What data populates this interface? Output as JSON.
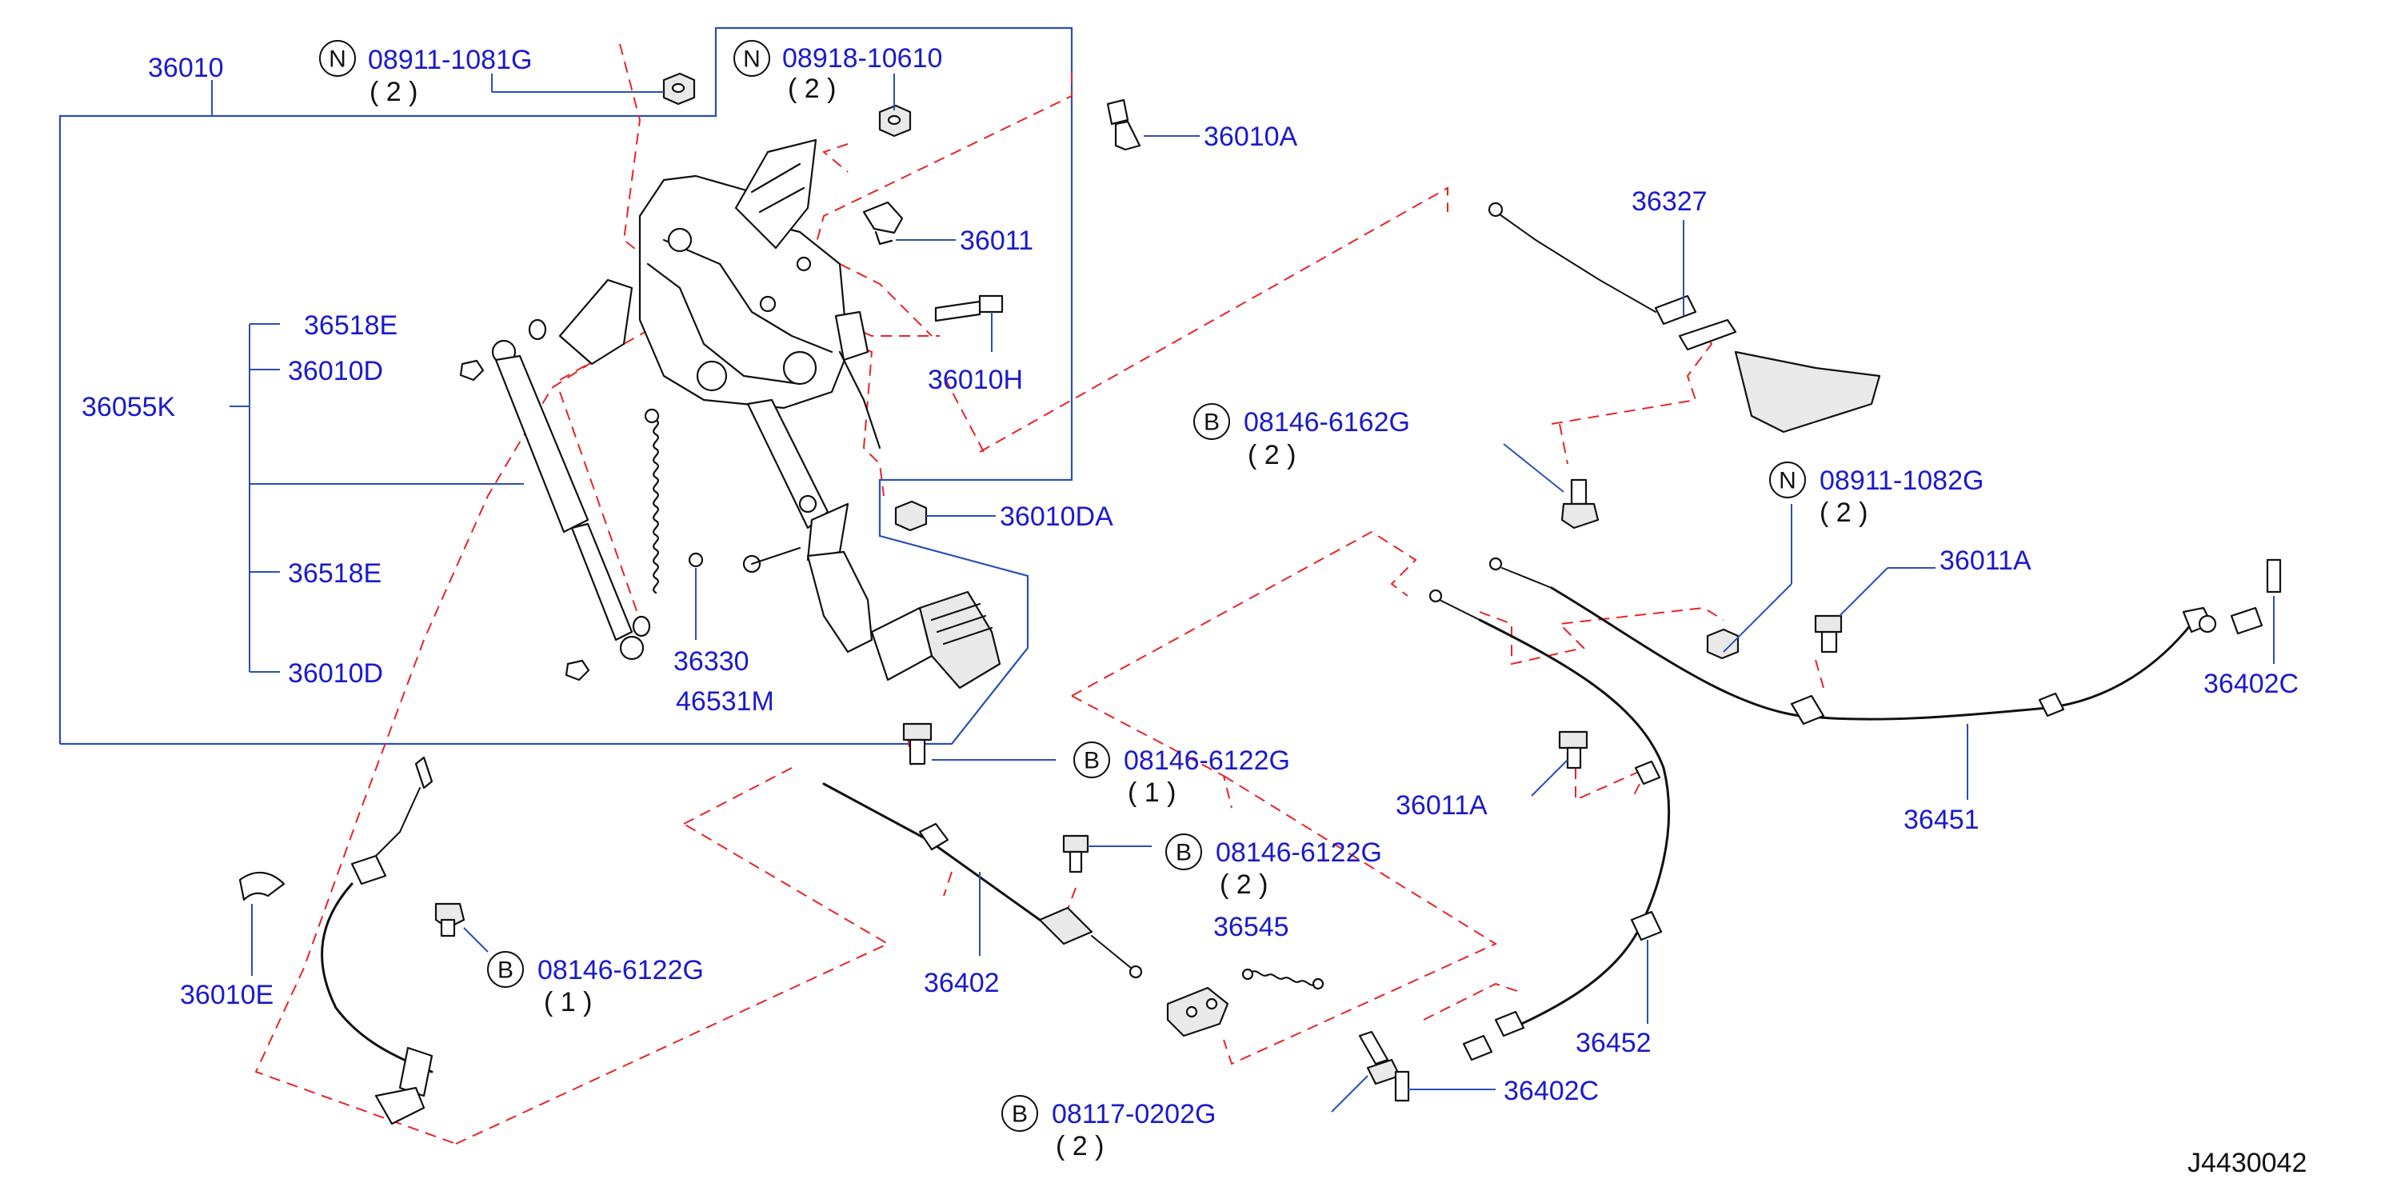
{
  "diagram_id": "J4430042",
  "labels": {
    "p36010": "36010",
    "p36010A": "36010A",
    "p36011": "36011",
    "p36010H": "36010H",
    "p36518E_top": "36518E",
    "p36010D_top": "36010D",
    "p36055K": "36055K",
    "p36518E_bottom": "36518E",
    "p36010D_bottom": "36010D",
    "p36330": "36330",
    "p46531M": "46531M",
    "p36010DA": "36010DA",
    "p36327": "36327",
    "p36011A_top": "36011A",
    "p36402C_right": "36402C",
    "p36451": "36451",
    "p36011A_mid": "36011A",
    "p36545": "36545",
    "p36402": "36402",
    "p36452": "36452",
    "p36402C_bottom": "36402C",
    "p36010E": "36010E"
  },
  "callouts": {
    "c1": {
      "letter": "N",
      "part": "08911-1081G",
      "qty": "( 2 )"
    },
    "c2": {
      "letter": "N",
      "part": "08918-10610",
      "qty": "( 2 )"
    },
    "c3": {
      "letter": "B",
      "part": "08146-6162G",
      "qty": "( 2 )"
    },
    "c4": {
      "letter": "N",
      "part": "08911-1082G",
      "qty": "( 2 )"
    },
    "c5": {
      "letter": "B",
      "part": "08146-6122G",
      "qty": "( 1 )"
    },
    "c6": {
      "letter": "B",
      "part": "08146-6122G",
      "qty": "( 2 )"
    },
    "c7": {
      "letter": "B",
      "part": "08146-6122G",
      "qty": "( 1 )"
    },
    "c8": {
      "letter": "B",
      "part": "08117-0202G",
      "qty": "( 2 )"
    }
  },
  "colors": {
    "label_blue": "#1a1acc",
    "leader_blue": "#2b4fb3",
    "dashed_red": "#e8232a",
    "line_black": "#111111"
  }
}
